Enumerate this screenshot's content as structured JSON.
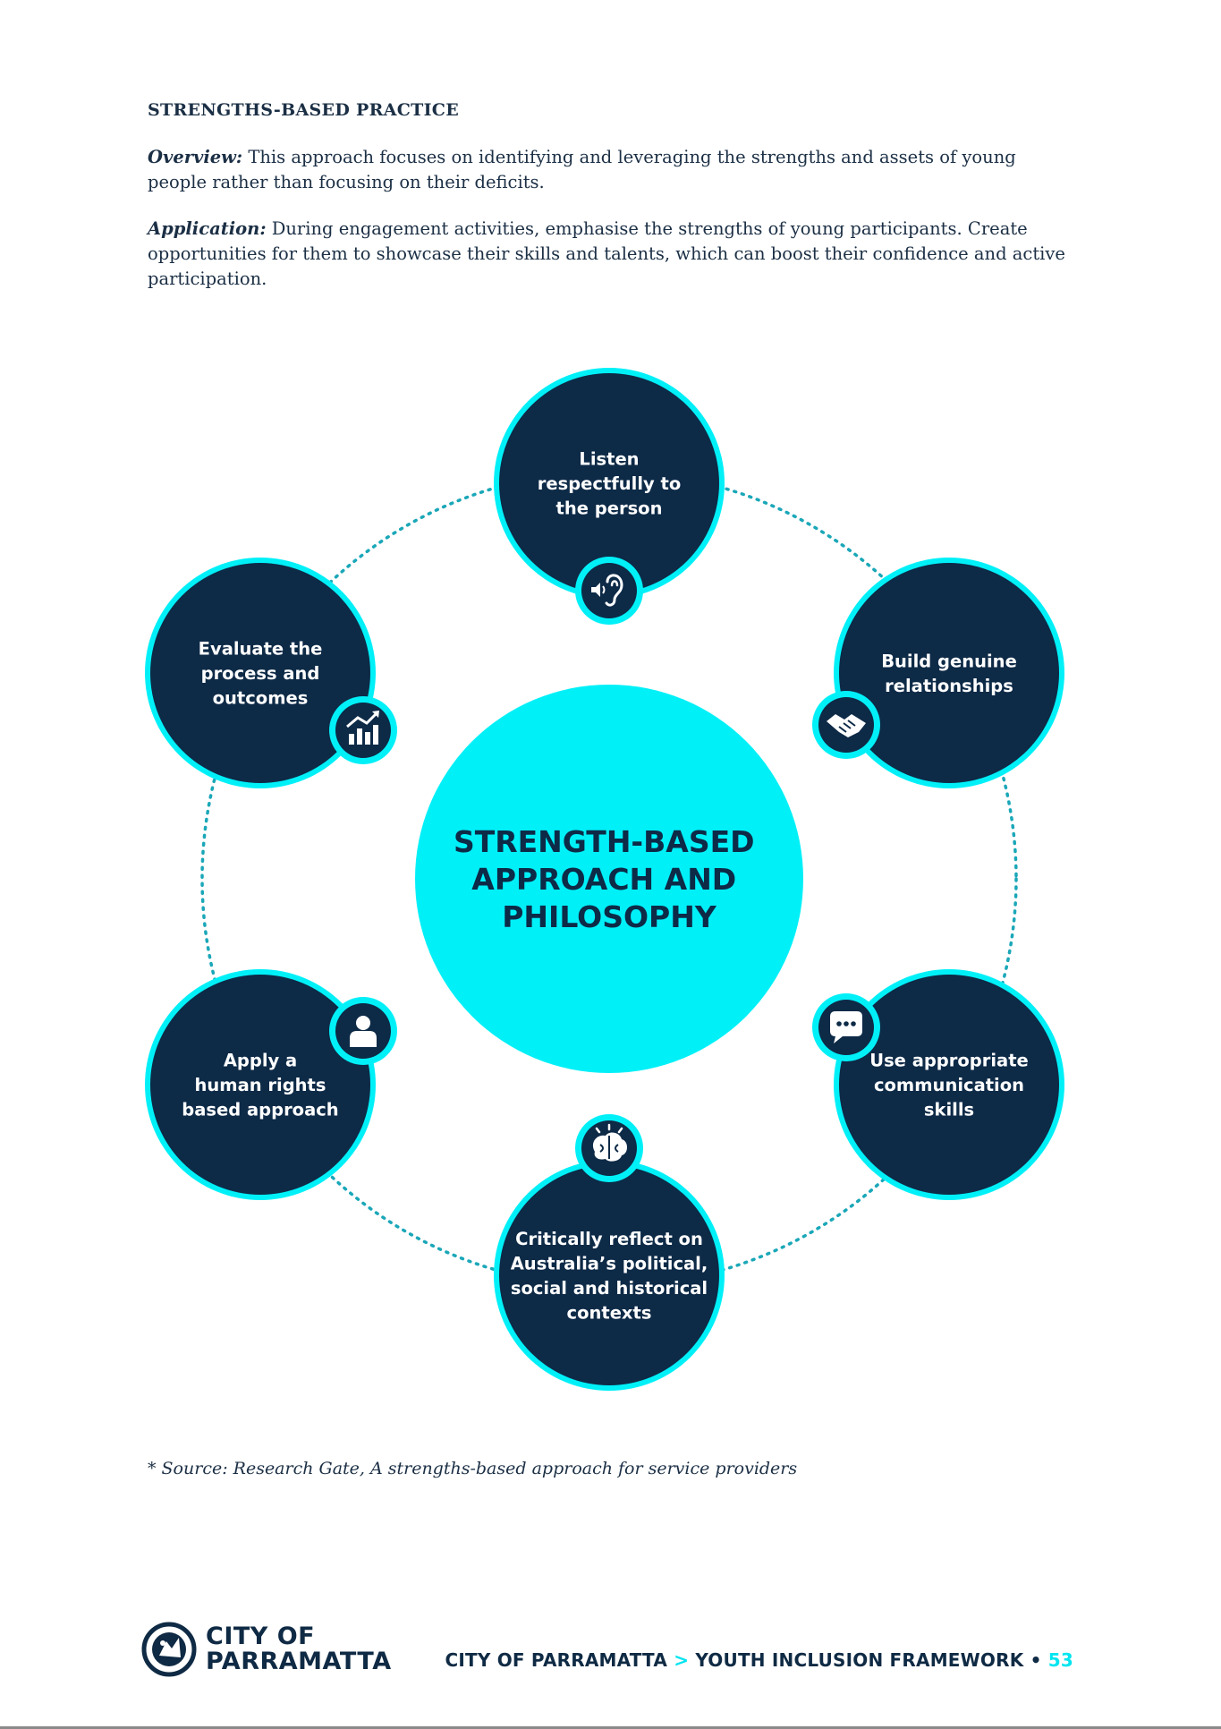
{
  "section": {
    "heading": "STRENGTHS-BASED PRACTICE",
    "overview_label": "Overview:",
    "overview_text": " This approach focuses on identifying and leveraging the strengths and assets of young people rather than focusing on their deficits.",
    "application_label": "Application:",
    "application_text": " During engagement activities, emphasise the strengths of young participants. Create opportunities for them to showcase their skills and talents, which can boost their confidence and active participation."
  },
  "diagram": {
    "center_lines": [
      "STRENGTH-BASED",
      "APPROACH AND",
      "PHILOSOPHY"
    ],
    "nodes": [
      {
        "lines": [
          "Listen",
          "respectfully to",
          "the person"
        ],
        "icon": "ear-icon"
      },
      {
        "lines": [
          "Build genuine",
          "relationships"
        ],
        "icon": "handshake-icon"
      },
      {
        "lines": [
          "Use appropriate",
          "communication",
          "skills"
        ],
        "icon": "speech-bubble-icon"
      },
      {
        "lines": [
          "Critically reflect on",
          "Australia’s political,",
          "social and historical",
          "contexts"
        ],
        "icon": "brain-icon"
      },
      {
        "lines": [
          "Apply a",
          "human rights",
          "based approach"
        ],
        "icon": "person-icon"
      },
      {
        "lines": [
          "Evaluate the",
          "process and",
          "outcomes"
        ],
        "icon": "chart-growth-icon"
      }
    ]
  },
  "source_note": "* Source: Research Gate, A strengths-based approach for service providers",
  "logo": {
    "line1": "CITY OF",
    "line2": "PARRAMATTA"
  },
  "footer": {
    "org": "CITY OF PARRAMATTA",
    "separator": ">",
    "doc": "YOUTH INCLUSION FRAMEWORK",
    "bullet": "•",
    "page": "53"
  },
  "colors": {
    "navy": "#0d2a47",
    "cyan": "#00f0f8",
    "text": "#1b2f45"
  }
}
